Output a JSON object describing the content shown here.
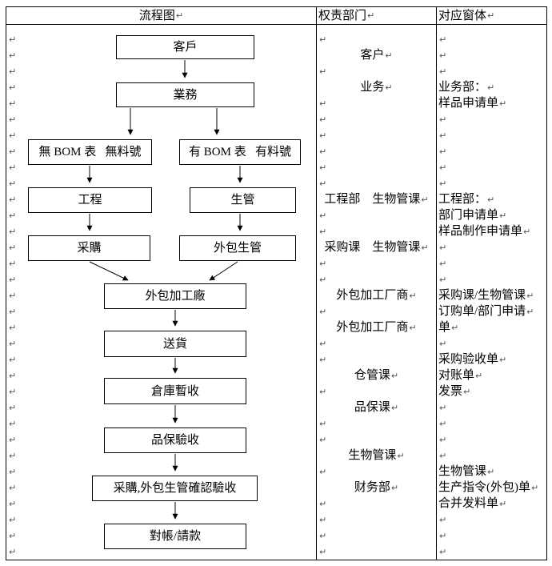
{
  "page": {
    "background": "#ffffff",
    "border_color": "#000000",
    "text_color": "#000000"
  },
  "paragraph_mark": "↵",
  "header": {
    "flowchart": "流程图",
    "departments": "权责部门",
    "forms": "对应窗体"
  },
  "flowchart": {
    "boxes": [
      {
        "id": "customer",
        "label": "客戶"
      },
      {
        "id": "sales",
        "label": "業務"
      },
      {
        "id": "no-bom",
        "label": "無 BOM 表   無料號"
      },
      {
        "id": "has-bom",
        "label": "有 BOM 表   有料號"
      },
      {
        "id": "engineering",
        "label": "工程"
      },
      {
        "id": "production-control",
        "label": "生管"
      },
      {
        "id": "purchasing",
        "label": "采購"
      },
      {
        "id": "outsourcing-pc",
        "label": "外包生管"
      },
      {
        "id": "outsourcing-factory",
        "label": "外包加工廠"
      },
      {
        "id": "delivery",
        "label": "送貨"
      },
      {
        "id": "warehouse-receipt",
        "label": "倉庫暫收"
      },
      {
        "id": "qa-acceptance",
        "label": "品保驗收"
      },
      {
        "id": "confirm-acceptance",
        "label": "采購,外包生管確認驗收"
      },
      {
        "id": "reconcile-payment",
        "label": "對帳/請款"
      }
    ],
    "connections": [
      [
        "customer",
        "sales"
      ],
      [
        "sales",
        "no-bom"
      ],
      [
        "sales",
        "has-bom"
      ],
      [
        "no-bom",
        "engineering"
      ],
      [
        "has-bom",
        "production-control"
      ],
      [
        "engineering",
        "purchasing"
      ],
      [
        "production-control",
        "outsourcing-pc"
      ],
      [
        "purchasing",
        "outsourcing-factory"
      ],
      [
        "outsourcing-pc",
        "outsourcing-factory"
      ],
      [
        "outsourcing-factory",
        "delivery"
      ],
      [
        "delivery",
        "warehouse-receipt"
      ],
      [
        "warehouse-receipt",
        "qa-acceptance"
      ],
      [
        "qa-acceptance",
        "confirm-acceptance"
      ],
      [
        "confirm-acceptance",
        "reconcile-payment"
      ]
    ]
  },
  "flow_column_lines": [
    "",
    "",
    "",
    "",
    "",
    "",
    "",
    "",
    "",
    "",
    "",
    "",
    "",
    "",
    "",
    "",
    "",
    "",
    "",
    "",
    "",
    "",
    "",
    "",
    "",
    "",
    "",
    "",
    "",
    "",
    "",
    "",
    ""
  ],
  "department_lines": [
    "",
    "客户",
    "",
    "业务",
    "",
    "",
    "",
    "",
    "",
    "",
    "工程部    生物管课",
    "",
    "",
    "采购课    生物管课",
    "",
    "",
    "外包加工厂商",
    "",
    "外包加工厂商",
    "",
    "",
    "仓管课",
    "",
    "品保课",
    "",
    "",
    "生物管课",
    "",
    "财务部",
    "",
    "",
    "",
    ""
  ],
  "form_lines": [
    "",
    "",
    "",
    "业务部：",
    "样品申请单",
    "",
    "",
    "",
    "",
    "",
    "工程部：",
    "部门申请单",
    "样品制作申请单",
    "",
    "",
    "",
    "采购课/生物管课",
    "订购单/部门申请",
    "单",
    "",
    "采购验收单",
    "对账单",
    "发票",
    "",
    "",
    "",
    "",
    "生物管课",
    "生产指令(外包)单",
    "合并发料单",
    "",
    "",
    ""
  ]
}
